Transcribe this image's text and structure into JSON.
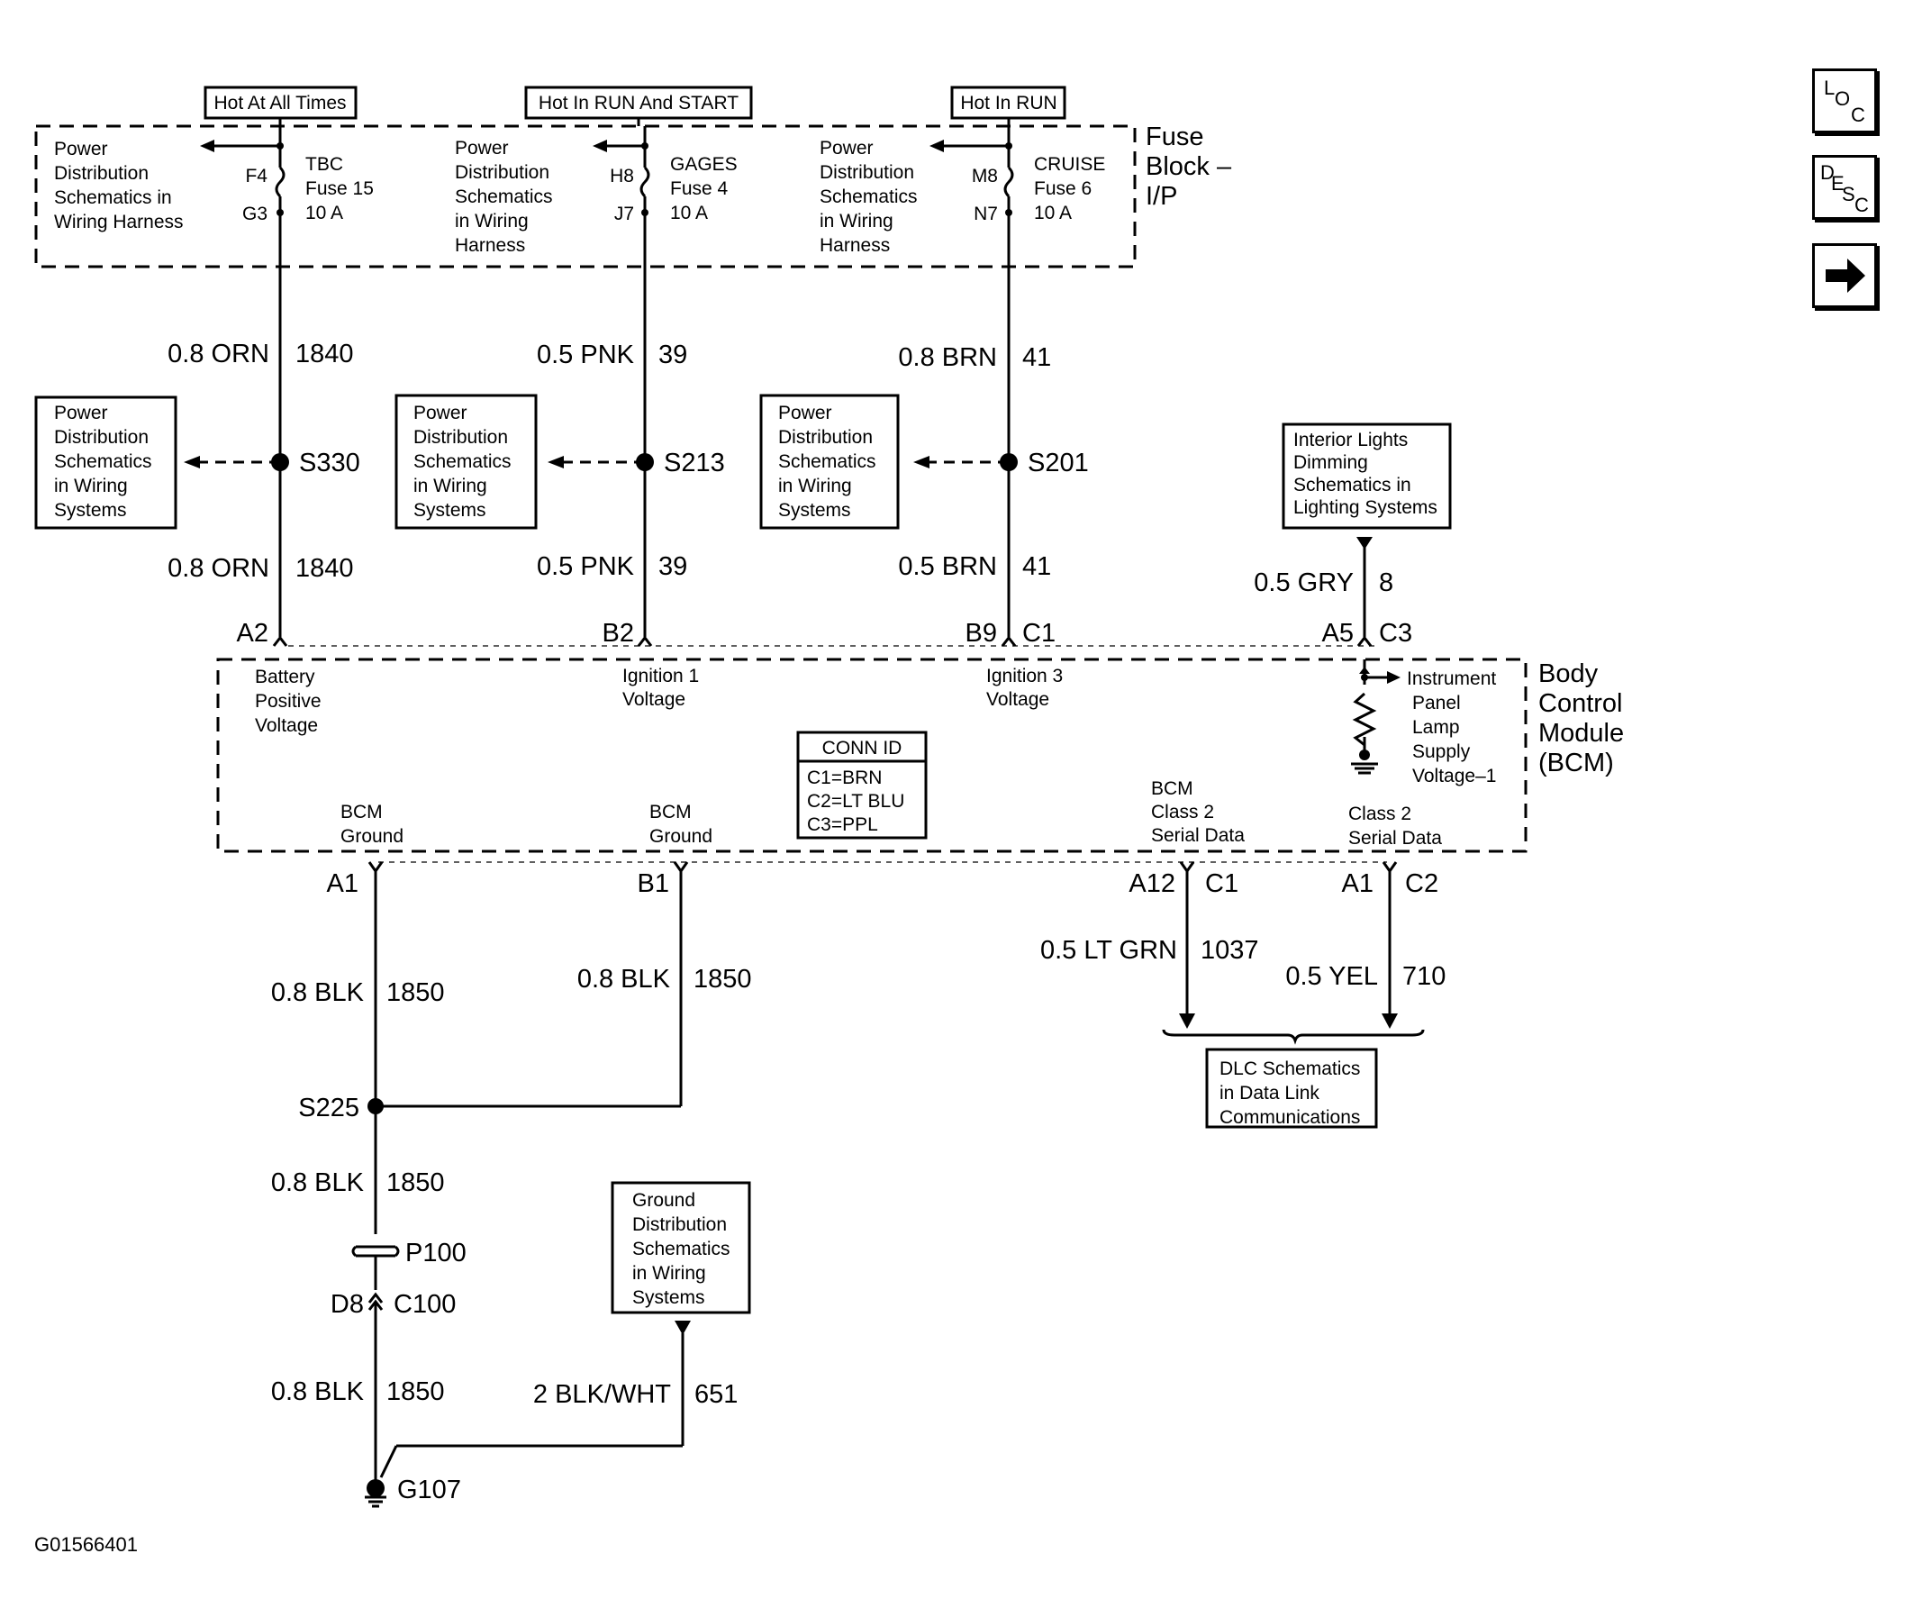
{
  "power": {
    "headers": [
      "Hot At All Times",
      "Hot In RUN And START",
      "Hot In RUN"
    ],
    "fuse_block": [
      "Fuse",
      "Block –",
      "I/P"
    ],
    "pd_fuse": [
      [
        "Power",
        "Distribution",
        "Schematics in",
        "Wiring Harness"
      ],
      [
        "Power",
        "Distribution",
        "Schematics",
        "in Wiring",
        "Harness"
      ],
      [
        "Power",
        "Distribution",
        "Schematics",
        "in Wiring",
        "Harness"
      ]
    ],
    "fuses": [
      {
        "in_pin": "F4",
        "out_pin": "G3",
        "name": "TBC",
        "fuse": "Fuse 15",
        "amps": "10 A"
      },
      {
        "in_pin": "H8",
        "out_pin": "J7",
        "name": "GAGES",
        "fuse": "Fuse 4",
        "amps": "10 A"
      },
      {
        "in_pin": "M8",
        "out_pin": "N7",
        "name": "CRUISE",
        "fuse": "Fuse 6",
        "amps": "10 A"
      }
    ]
  },
  "wires": {
    "upper": [
      {
        "color": "0.8 ORN",
        "circuit": "1840"
      },
      {
        "color": "0.5 PNK",
        "circuit": "39"
      },
      {
        "color": "0.8 BRN",
        "circuit": "41"
      }
    ],
    "lower": [
      {
        "color": "0.8 ORN",
        "circuit": "1840"
      },
      {
        "color": "0.5 PNK",
        "circuit": "39"
      },
      {
        "color": "0.5 BRN",
        "circuit": "41"
      }
    ],
    "gry": {
      "color": "0.5 GRY",
      "circuit": "8"
    },
    "ltgrn": {
      "color": "0.5 LT GRN",
      "circuit": "1037"
    },
    "yel": {
      "color": "0.5 YEL",
      "circuit": "710"
    },
    "blk_a1": {
      "color": "0.8 BLK",
      "circuit": "1850"
    },
    "blk_b1": {
      "color": "0.8 BLK",
      "circuit": "1850"
    },
    "blk_s225": {
      "color": "0.8 BLK",
      "circuit": "1850"
    },
    "blk_c100": {
      "color": "0.8 BLK",
      "circuit": "1850"
    },
    "blkwht": {
      "color": "2 BLK/WHT",
      "circuit": "651"
    }
  },
  "splices": [
    "S330",
    "S213",
    "S201"
  ],
  "pd_splice": [
    [
      "Power",
      "Distribution",
      "Schematics",
      "in Wiring",
      "Systems"
    ],
    [
      "Power",
      "Distribution",
      "Schematics",
      "in Wiring",
      "Systems"
    ],
    [
      "Power",
      "Distribution",
      "Schematics",
      "in Wiring",
      "Systems"
    ]
  ],
  "interior": [
    "Interior Lights",
    "Dimming",
    "Schematics in",
    "Lighting Systems"
  ],
  "bcm": {
    "title": [
      "Body",
      "Control",
      "Module",
      "(BCM)"
    ],
    "top_pins": [
      {
        "pin": "A2",
        "conn": ""
      },
      {
        "pin": "B2",
        "conn": ""
      },
      {
        "pin": "B9",
        "conn": "C1"
      },
      {
        "pin": "A5",
        "conn": "C3"
      }
    ],
    "inputs": [
      [
        "Battery",
        "Positive",
        "Voltage"
      ],
      [
        "Ignition 1",
        "Voltage"
      ],
      [
        "Ignition 3",
        "Voltage"
      ]
    ],
    "lamp_supply": [
      "Instrument",
      "Panel",
      "Lamp",
      "Supply",
      "Voltage–1"
    ],
    "conn_id": {
      "title": "CONN ID",
      "lines": [
        "C1=BRN",
        "C2=LT BLU",
        "C3=PPL"
      ]
    },
    "grounds": [
      [
        "BCM",
        "Ground"
      ],
      [
        "BCM",
        "Ground"
      ]
    ],
    "serial": [
      [
        "BCM",
        "Class 2",
        "Serial Data"
      ],
      [
        "Class 2",
        "Serial Data"
      ]
    ],
    "bottom_pins": [
      {
        "pin": "A1",
        "conn": ""
      },
      {
        "pin": "B1",
        "conn": ""
      },
      {
        "pin": "A12",
        "conn": "C1"
      },
      {
        "pin": "A1",
        "conn": "C2"
      }
    ]
  },
  "dlc": [
    "DLC Schematics",
    "in Data Link",
    "Communications"
  ],
  "ground_dist": [
    "Ground",
    "Distribution",
    "Schematics",
    "in Wiring",
    "Systems"
  ],
  "lower": {
    "splice": "S225",
    "p100": "P100",
    "d8": "D8",
    "c100": "C100",
    "ground": "G107"
  },
  "figure_id": "G01566401",
  "nav": {
    "loc": {
      "a": "L",
      "b": "O",
      "c": "C"
    },
    "desc": {
      "a": "D",
      "b": "E",
      "c": "S",
      "d": "C"
    },
    "next_icon": "right-arrow-icon"
  }
}
